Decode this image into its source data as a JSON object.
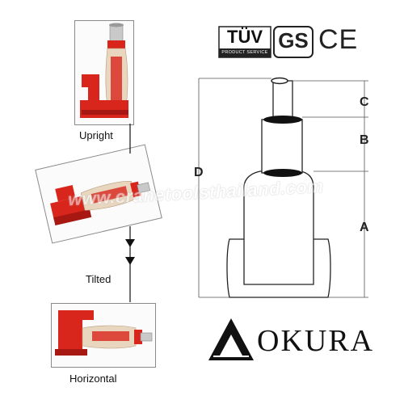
{
  "photos": {
    "upright_label": "Upright",
    "tilted_label": "Tilted",
    "horizontal_label": "Horizontal"
  },
  "certifications": {
    "tuv_mark": "TÜV",
    "tuv_subtitle": "PRODUCT SERVICE",
    "gs_mark": "GS",
    "ce_mark": "CE"
  },
  "diagram": {
    "label_a": "A",
    "label_b": "B",
    "label_c": "C",
    "label_d": "D"
  },
  "brand": {
    "name": "OKURA"
  },
  "watermark": {
    "text": "www.cranetoolsthailand.com"
  },
  "colors": {
    "jack_red": "#d8261c",
    "jack_body": "#e8d6bf",
    "frame": "#8a8a8a"
  }
}
